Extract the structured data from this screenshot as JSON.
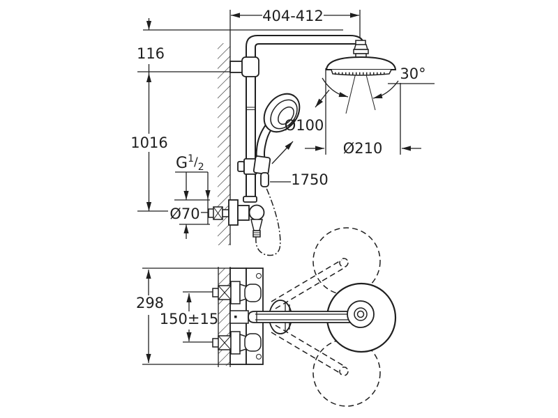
{
  "drawing": {
    "labels": {
      "top_width": "404-412",
      "offset_top": "116",
      "height_rail": "1016",
      "thread_g": "G",
      "thread_num": "1",
      "thread_slash": "/",
      "thread_den": "2",
      "escutcheon_dia": "Ø70",
      "handshower_dia": "Ø100",
      "headshower_dia": "Ø210",
      "hose_length": "1750",
      "swivel_angle": "30°",
      "depth": "298",
      "inlet_spacing": "150±15"
    },
    "colors": {
      "line": "#1f1f1f",
      "background": "#ffffff"
    }
  }
}
